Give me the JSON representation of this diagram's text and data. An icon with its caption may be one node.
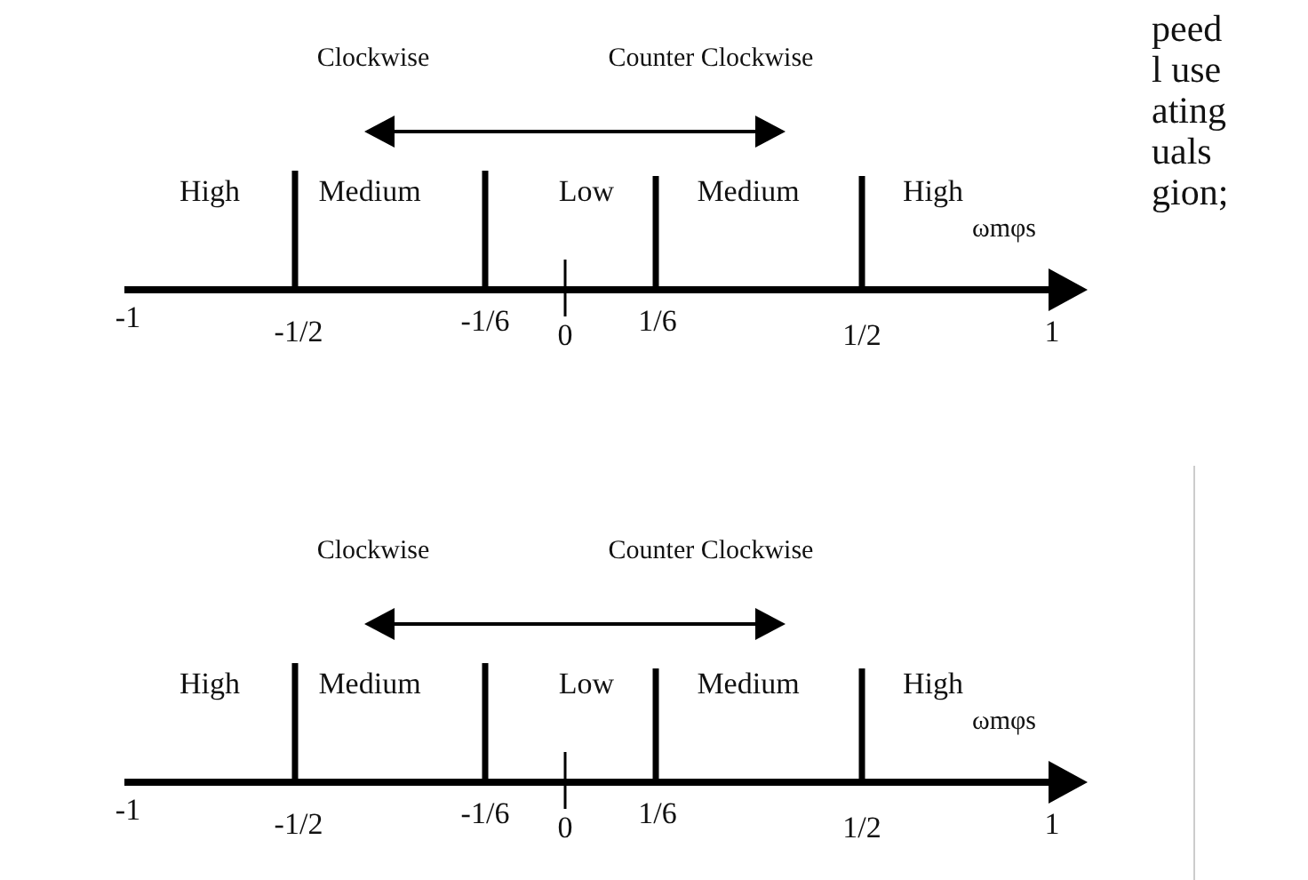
{
  "diagram": {
    "labels": [
      "Clockwise",
      "Counter Clockwise",
      "High",
      "Medium",
      "Low",
      "Medium",
      "High",
      "ωmφs",
      "-1",
      "-1/2",
      "-1/6",
      "0",
      "1/6",
      "1/2",
      "1",
      "peed",
      "l use",
      "ating",
      "uals",
      "gion;",
      "Clockwise",
      "Counter Clockwise",
      "High",
      "Medium",
      "Low",
      "Medium",
      "High",
      "ωmφs",
      "-1",
      "-1/2",
      "-1/6",
      "0",
      "1/6",
      "1/2",
      "1"
    ]
  }
}
